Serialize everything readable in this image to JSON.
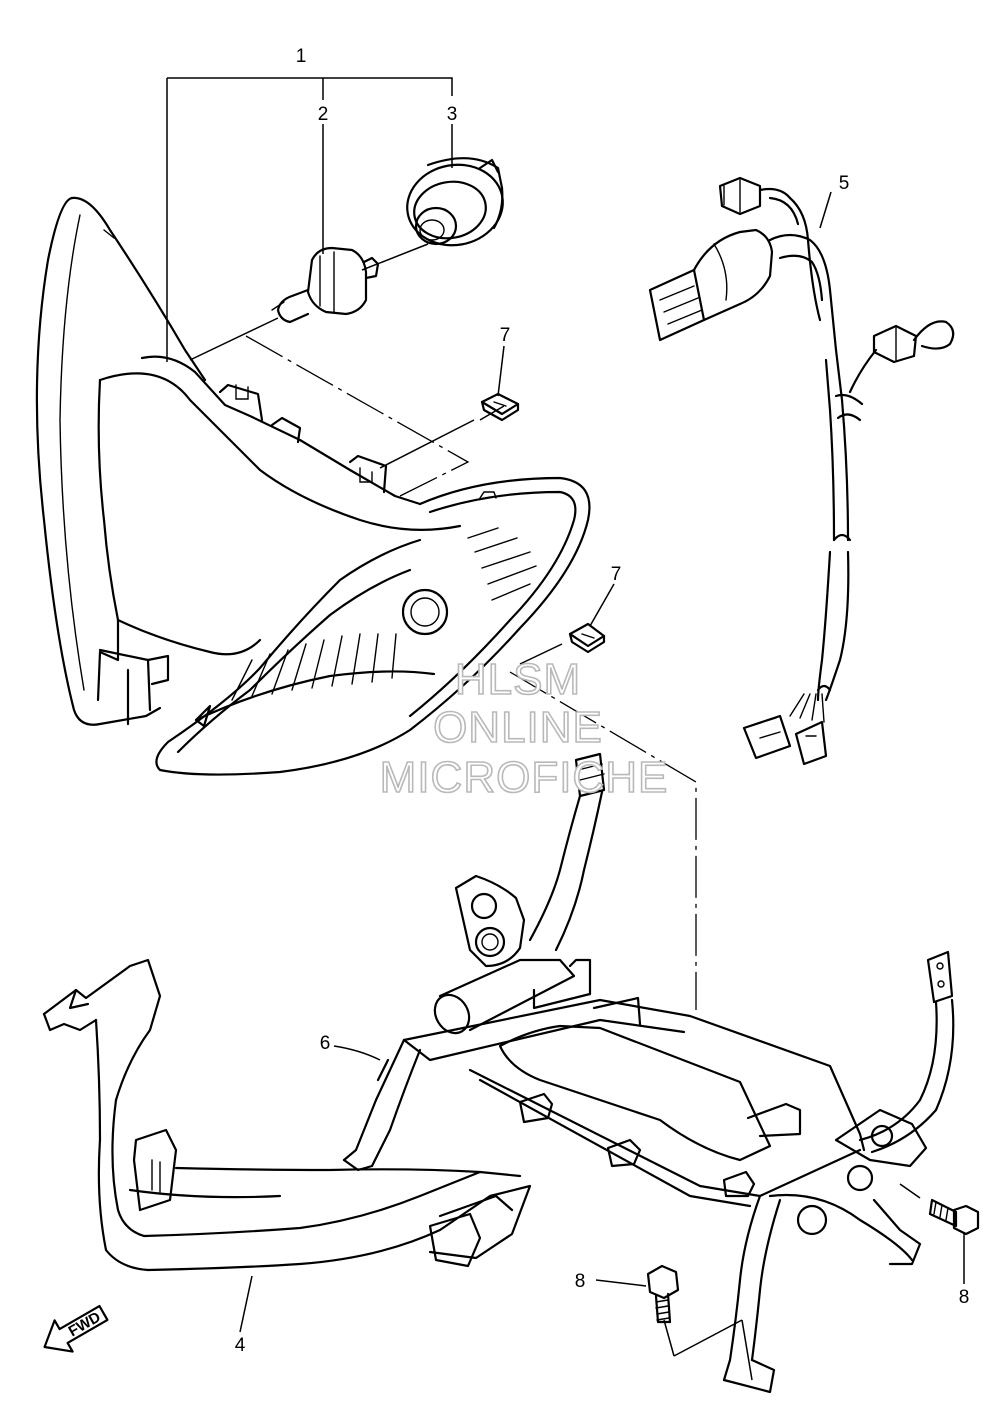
{
  "diagram": {
    "callouts": [
      {
        "id": "1",
        "label": "1"
      },
      {
        "id": "2",
        "label": "2"
      },
      {
        "id": "3",
        "label": "3"
      },
      {
        "id": "4",
        "label": "4"
      },
      {
        "id": "5",
        "label": "5"
      },
      {
        "id": "6",
        "label": "6"
      },
      {
        "id": "7a",
        "label": "7"
      },
      {
        "id": "7b",
        "label": "7"
      },
      {
        "id": "8a",
        "label": "8"
      },
      {
        "id": "8b",
        "label": "8"
      }
    ],
    "direction_label": "FWD",
    "watermark": {
      "line1": "HLSM",
      "line2": "ONLINE",
      "line3": "MICROFICHE"
    }
  }
}
